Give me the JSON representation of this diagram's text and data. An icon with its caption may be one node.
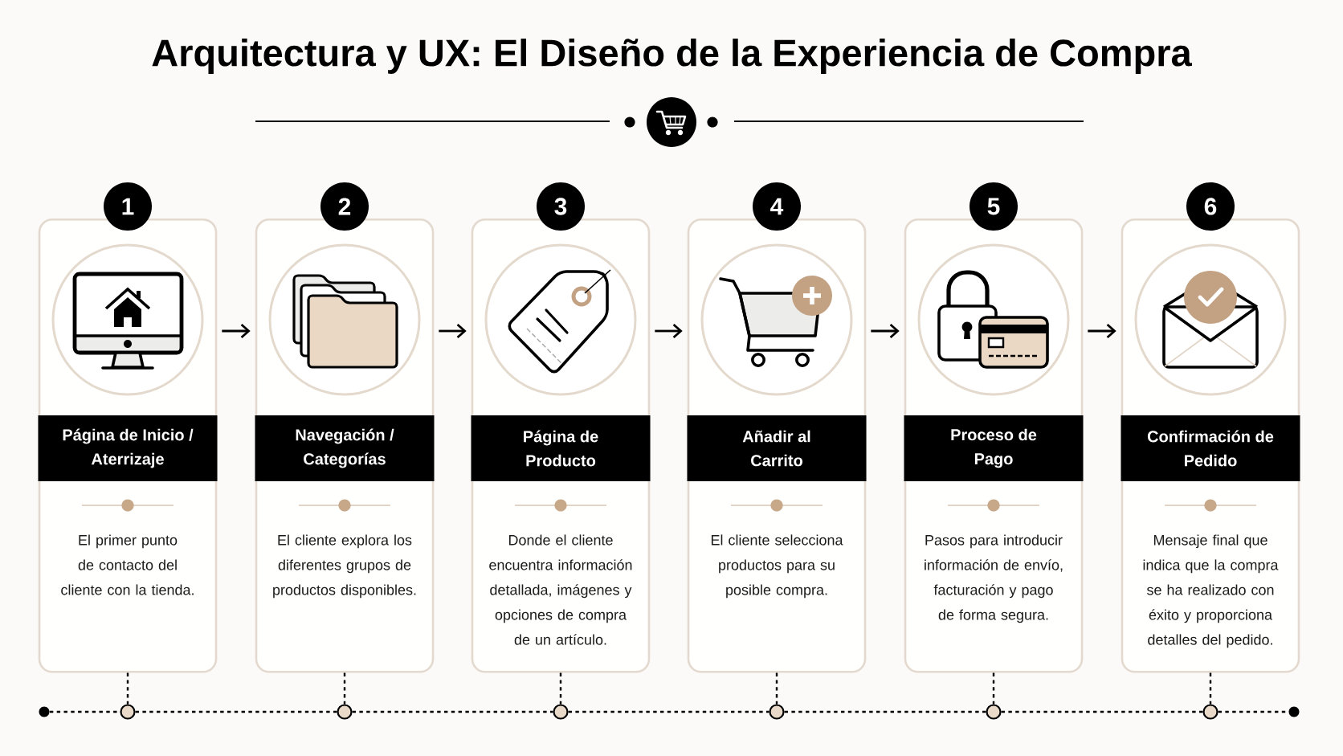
{
  "diagram": {
    "title": "Arquitectura y UX: El Diseño de la Experiencia de Compra",
    "nodes": [
      {
        "text": [
          "1"
        ]
      },
      {
        "text": [
          "El primer punto de contacto del cliente con la tienda."
        ]
      },
      {
        "text": [
          "Página de Inicio / Aterrizaje"
        ],
        "in": 1
      },
      {
        "text": [
          "2"
        ]
      },
      {
        "text": [
          "El cliente explora los diferentes grupos de productos disponibles."
        ]
      },
      {
        "text": [
          "Navegación / Categorías"
        ],
        "in": 4
      },
      {
        "text": [
          "3"
        ]
      },
      {
        "text": [
          "Donde el cliente encuentra información detallada, imágenes y opciones de compra de un artículo."
        ]
      },
      {
        "text": [
          "Página de Producto"
        ],
        "in": 7
      },
      {
        "text": [
          "4"
        ]
      },
      {
        "text": [
          "El cliente selecciona productos para su posible compra."
        ]
      },
      {
        "text": [
          "Añadir al Carrito"
        ],
        "in": 10
      },
      {
        "text": [
          "5"
        ]
      },
      {
        "text": [
          "Pasos para introducir información de envío, facturación y pago de forma segura."
        ]
      },
      {
        "text": [
          "Proceso de Pago"
        ],
        "in": 13
      },
      {
        "text": [
          "6"
        ]
      },
      {
        "text": [
          "Mensaje final que indica que la compra se ha realizado con éxito y proporciona detalles del pedido."
        ]
      },
      {
        "text": [
          "Confirmación de Pedido"
        ],
        "in": 16
      },
      {
        "text": [],
        "shape": "circle"
      },
      {
        "text": [],
        "shape": "circle"
      },
      {
        "text": [],
        "shape": "circle"
      },
      {
        "text": [],
        "shape": "circle"
      },
      {
        "text": [],
        "shape": "circle"
      },
      {
        "text": [],
        "shape": "circle"
      },
      {
        "text": [],
        "shape": "circle"
      },
      {
        "text": [],
        "shape": "circle"
      }
    ],
    "edges": [
      {
        "from": 1,
        "to": 4,
        "arrow": "to"
      },
      {
        "from": 4,
        "to": 7,
        "arrow": "to"
      },
      {
        "from": 7,
        "to": 10,
        "arrow": "to"
      },
      {
        "from": 10,
        "to": 13,
        "arrow": "to"
      },
      {
        "from": 13,
        "to": 16,
        "arrow": "to"
      },
      {
        "from": 1,
        "to": 19,
        "arrow": "none",
        "style": "dashed"
      },
      {
        "from": 4,
        "to": 20,
        "arrow": "none",
        "style": "dashed"
      },
      {
        "from": 7,
        "to": 21,
        "arrow": "none",
        "style": "dashed"
      },
      {
        "from": 10,
        "to": 22,
        "arrow": "none",
        "style": "dashed"
      },
      {
        "from": 13,
        "to": 23,
        "arrow": "none",
        "style": "dashed"
      },
      {
        "from": 16,
        "to": 24,
        "arrow": "none",
        "style": "dashed"
      },
      {
        "from": 18,
        "to": 19,
        "arrow": "none",
        "style": "dashed"
      },
      {
        "from": 19,
        "to": 20,
        "arrow": "none",
        "style": "dashed"
      },
      {
        "from": 20,
        "to": 21,
        "arrow": "none",
        "style": "dashed"
      },
      {
        "from": 21,
        "to": 22,
        "arrow": "none",
        "style": "dashed"
      },
      {
        "from": 22,
        "to": 23,
        "arrow": "none",
        "style": "dashed"
      },
      {
        "from": 23,
        "to": 24,
        "arrow": "none",
        "style": "dashed"
      },
      {
        "from": 24,
        "to": 25,
        "arrow": "none",
        "style": "dashed"
      }
    ]
  }
}
